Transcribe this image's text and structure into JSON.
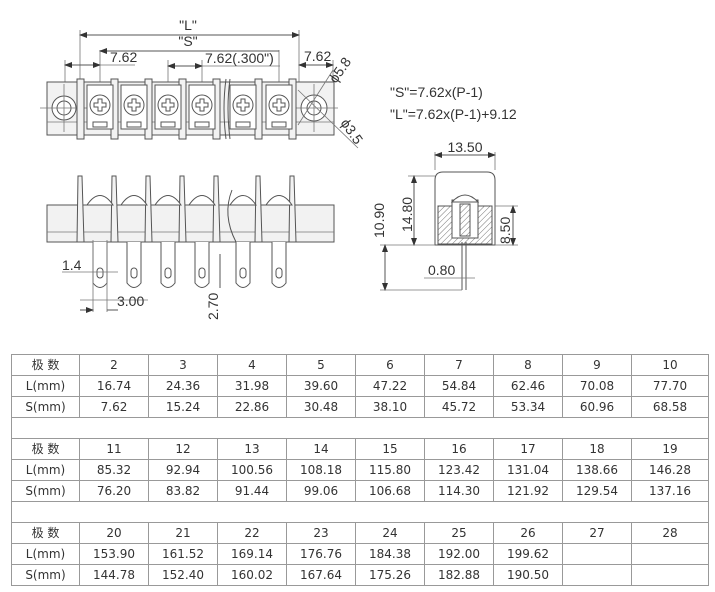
{
  "drawing": {
    "top_view": {
      "dim_L": "\"L\"",
      "dim_S": "\"S\"",
      "pitch_left": "7.62",
      "pitch_mid": "7.62(.300\")",
      "pitch_right": "7.62",
      "hole_outer_dia": "ϕ5.8",
      "hole_inner_dia": "ϕ3.5"
    },
    "front_view": {
      "pin_width": "1.4",
      "pin_spacing": "3.00",
      "slot_length": "2.70"
    },
    "side_view": {
      "width": "13.50",
      "total_height": "14.80",
      "body_height": "10.90",
      "inner_height": "8.50",
      "pin_thickness": "0.80"
    },
    "formulas": {
      "s_formula": "\"S\"=7.62x(P-1)",
      "l_formula": "\"L\"=7.62x(P-1)+9.12"
    }
  },
  "spec_table": {
    "row_labels": {
      "poles": "极 数",
      "L": "L(mm)",
      "S": "S(mm)"
    },
    "blocks": [
      {
        "poles": [
          "2",
          "3",
          "4",
          "5",
          "6",
          "7",
          "8",
          "9",
          "10"
        ],
        "L": [
          "16.74",
          "24.36",
          "31.98",
          "39.60",
          "47.22",
          "54.84",
          "62.46",
          "70.08",
          "77.70"
        ],
        "S": [
          "7.62",
          "15.24",
          "22.86",
          "30.48",
          "38.10",
          "45.72",
          "53.34",
          "60.96",
          "68.58"
        ]
      },
      {
        "poles": [
          "11",
          "12",
          "13",
          "14",
          "15",
          "16",
          "17",
          "18",
          "19"
        ],
        "L": [
          "85.32",
          "92.94",
          "100.56",
          "108.18",
          "115.80",
          "123.42",
          "131.04",
          "138.66",
          "146.28"
        ],
        "S": [
          "76.20",
          "83.82",
          "91.44",
          "99.06",
          "106.68",
          "114.30",
          "121.92",
          "129.54",
          "137.16"
        ]
      },
      {
        "poles": [
          "20",
          "21",
          "22",
          "23",
          "24",
          "25",
          "26",
          "27",
          "28"
        ],
        "L": [
          "153.90",
          "161.52",
          "169.14",
          "176.76",
          "184.38",
          "192.00",
          "199.62",
          "",
          ""
        ],
        "S": [
          "144.78",
          "152.40",
          "160.02",
          "167.64",
          "175.26",
          "182.88",
          "190.50",
          "",
          ""
        ]
      }
    ]
  }
}
